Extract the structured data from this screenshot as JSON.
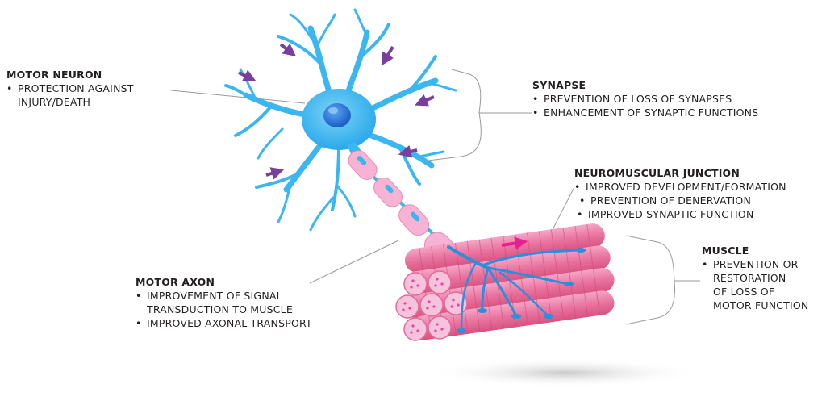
{
  "motor_neuron": {
    "title": "MOTOR NEURON",
    "items": [
      {
        "bullet": "•",
        "lines": [
          "PROTECTION AGAINST",
          "INJURY/DEATH"
        ]
      }
    ]
  },
  "synapse": {
    "title": "SYNAPSE",
    "items": [
      {
        "bullet": "•",
        "lines": [
          "PREVENTION OF LOSS OF SYNAPSES"
        ]
      },
      {
        "bullet": "•",
        "lines": [
          "ENHANCEMENT OF SYNAPTIC FUNCTIONS"
        ]
      }
    ]
  },
  "neuromuscular_junction": {
    "title": "NEUROMUSCULAR JUNCTION",
    "items": [
      {
        "bullet": "•",
        "lines": [
          "IMPROVED DEVELOPMENT/FORMATION"
        ]
      },
      {
        "bullet": "•",
        "lines": [
          "PREVENTION OF DENERVATION"
        ]
      },
      {
        "bullet": "•",
        "lines": [
          "IMPROVED SYNAPTIC FUNCTION"
        ]
      }
    ]
  },
  "muscle": {
    "title": "MUSCLE",
    "items": [
      {
        "bullet": "•",
        "lines": [
          "PREVENTION OR",
          "RESTORATION",
          "OF LOSS OF",
          "MOTOR FUNCTION"
        ]
      }
    ]
  },
  "motor_axon": {
    "title": "MOTOR AXON",
    "items": [
      {
        "bullet": "•",
        "lines": [
          "IMPROVEMENT OF SIGNAL",
          "TRANSDUCTION TO  MUSCLE"
        ]
      },
      {
        "bullet": "•",
        "lines": [
          "IMPROVED AXONAL TRANSPORT"
        ]
      }
    ]
  },
  "colors": {
    "neuron_blue": "#3cb6ee",
    "nucleus_blue": "#1d6fd6",
    "axon_pink": "#f7b2d4",
    "muscle_pink": "#ea6f9d",
    "arrow_purple": "#7a3e9d",
    "arrow_magenta": "#e6218e",
    "leader_gray": "#9a9a9a"
  }
}
